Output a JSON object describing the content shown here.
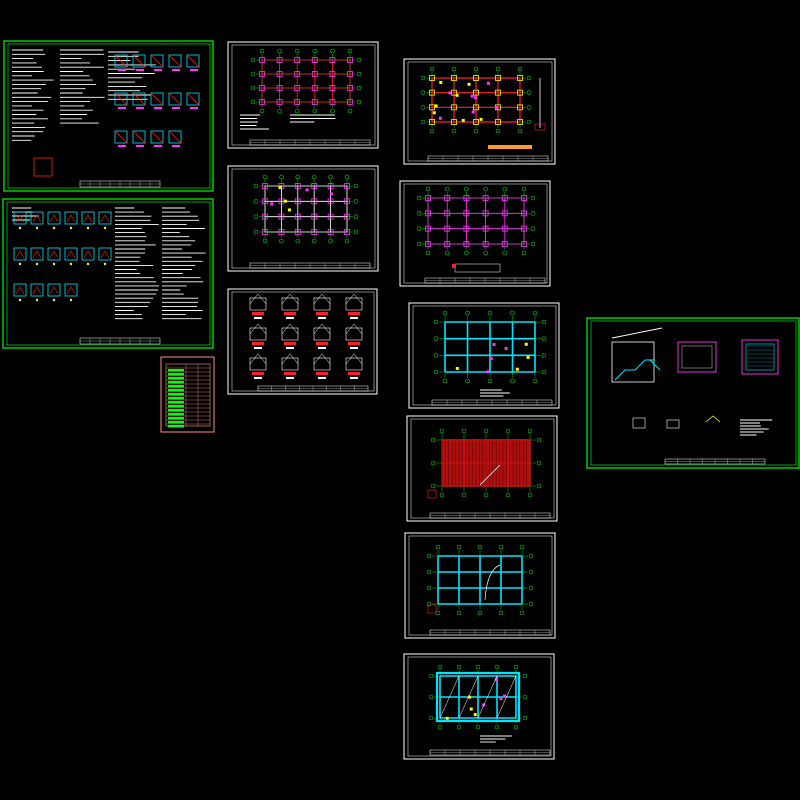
{
  "viewer": {
    "background": "#000000",
    "frame_color": "#ffffff",
    "border_color": "#00cc00"
  },
  "colors": {
    "cyan": "#00e5ff",
    "red": "#ff2020",
    "yellow": "#ffff00",
    "magenta": "#ff33ff",
    "green": "#00ff00",
    "white": "#ffffff",
    "orange": "#ff9933",
    "table_pink": "#ff8a8a",
    "table_fill": "#e8e8e8"
  },
  "sheets": [
    {
      "id": "general-notes-1",
      "kind": "notes-details"
    },
    {
      "id": "general-notes-2",
      "kind": "notes-details"
    },
    {
      "id": "drawing-index",
      "kind": "index-table"
    },
    {
      "id": "foundation-plan",
      "kind": "plan-grid"
    },
    {
      "id": "column-layout-plan",
      "kind": "plan-grid"
    },
    {
      "id": "foundation-details",
      "kind": "details"
    },
    {
      "id": "beam-plan-1",
      "kind": "plan-color"
    },
    {
      "id": "column-plan",
      "kind": "plan-grid"
    },
    {
      "id": "slab-plan-1",
      "kind": "plan-cyan"
    },
    {
      "id": "slab-reinforcement-plan",
      "kind": "plan-red"
    },
    {
      "id": "roof-beam-plan",
      "kind": "plan-cyan"
    },
    {
      "id": "roof-slab-plan",
      "kind": "plan-cyan-diag"
    },
    {
      "id": "stair-details",
      "kind": "details-stair"
    }
  ]
}
